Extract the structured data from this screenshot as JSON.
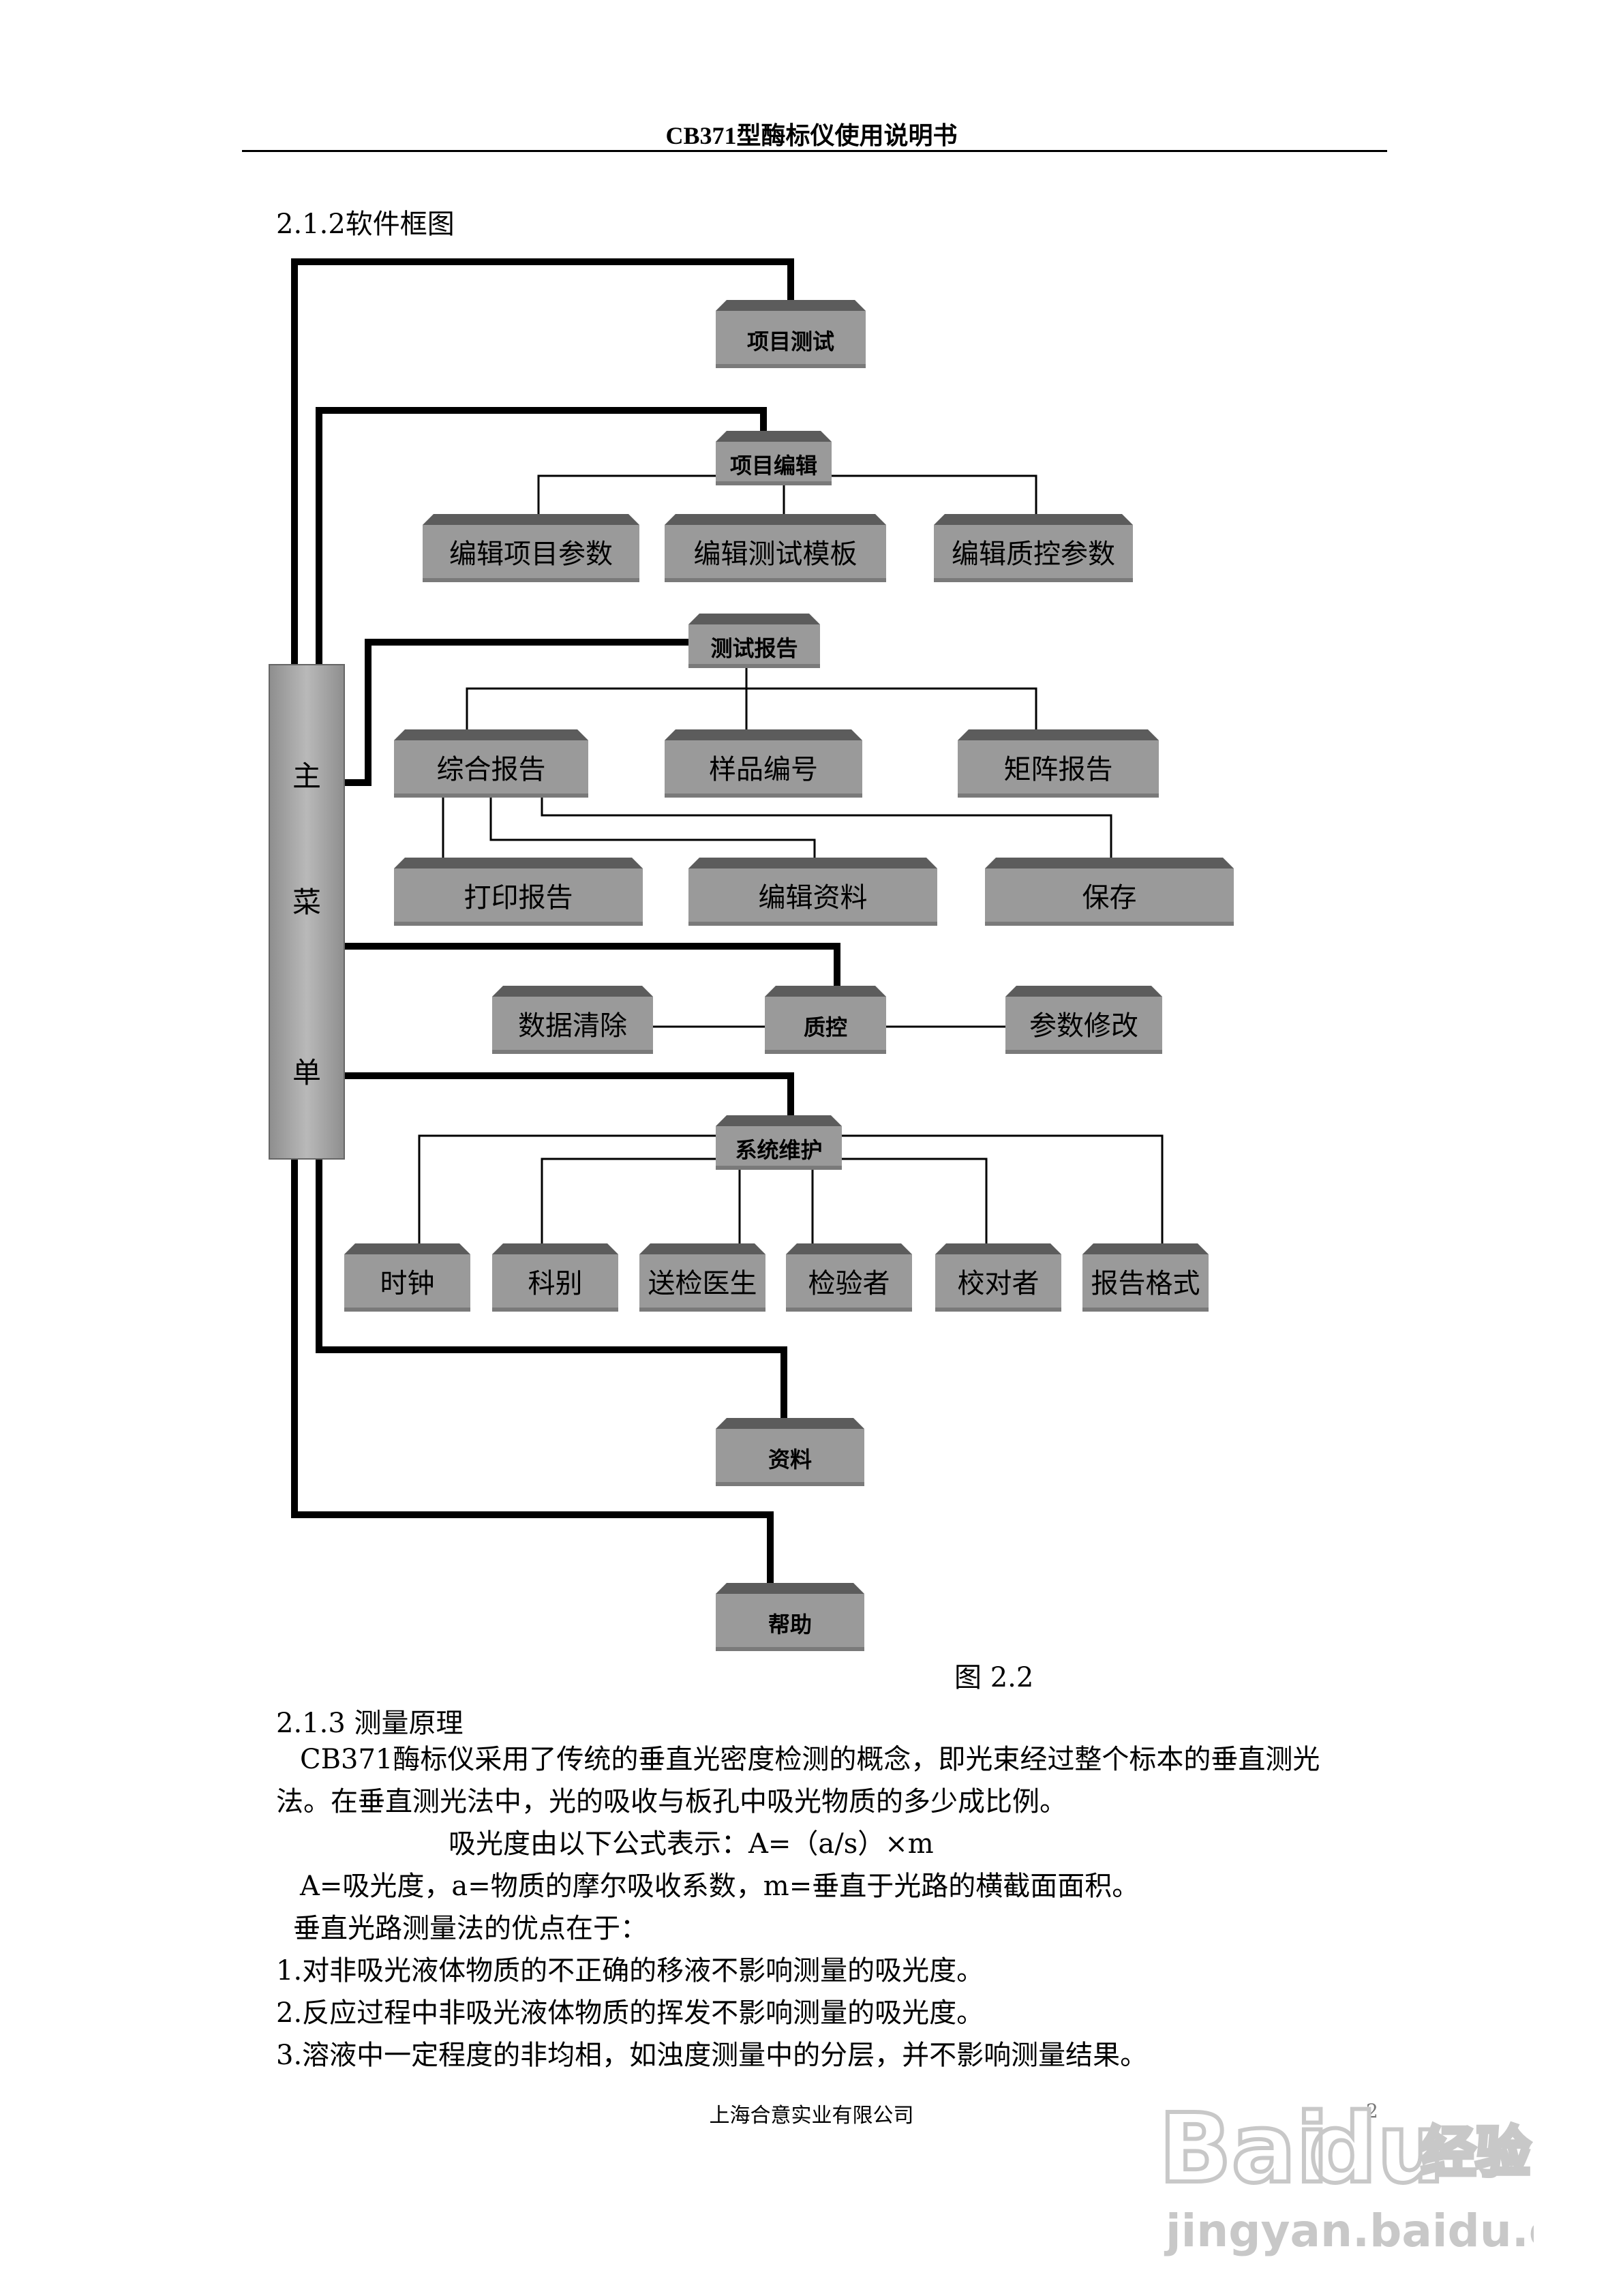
{
  "header": {
    "title": "CB371型酶标仪使用说明书"
  },
  "section_212": "2.1.2软件框图",
  "diagram": {
    "main_menu": [
      "主",
      "菜",
      "单"
    ],
    "project_test": "项目测试",
    "project_edit": "项目编辑",
    "edit_items": [
      "编辑项目参数",
      "编辑测试模板",
      "编辑质控参数"
    ],
    "test_report": "测试报告",
    "report_items": [
      "综合报告",
      "样品编号",
      "矩阵报告"
    ],
    "composite_items": [
      "打印报告",
      "编辑资料",
      "保存"
    ],
    "qc": "质控",
    "qc_left": "数据清除",
    "qc_right": "参数修改",
    "system_maintenance": "系统维护",
    "maintenance_items": [
      "时钟",
      "科别",
      "送检医生",
      "检验者",
      "校对者",
      "报告格式"
    ],
    "data": "资料",
    "help": "帮助"
  },
  "figure_caption": "图 2.2",
  "section_213": "2.1.3 测量原理",
  "paragraphs": {
    "p1_line1": "CB371酶标仪采用了传统的垂直光密度检测的概念，即光束经过整个标本的垂直测光",
    "p1_line2": "法。在垂直测光法中，光的吸收与板孔中吸光物质的多少成比例。",
    "formula": "吸光度由以下公式表示：A=（a/s）×m",
    "definitions": "A=吸光度，a=物质的摩尔吸收系数，m=垂直于光路的横截面面积。",
    "advantages_intro": "垂直光路测量法的优点在于：",
    "item1": "1.对非吸光液体物质的不正确的移液不影响测量的吸光度。",
    "item2": "2.反应过程中非吸光液体物质的挥发不影响测量的吸光度。",
    "item3": "3.溶液中一定程度的非均相，如浊度测量中的分层，并不影响测量结果。"
  },
  "footer": {
    "company": "上海合意实业有限公司",
    "page": "2"
  },
  "watermark": {
    "brand": "Bai",
    "paw": "du",
    "suffix": "经验",
    "url": "jingyan.baidu.com"
  }
}
